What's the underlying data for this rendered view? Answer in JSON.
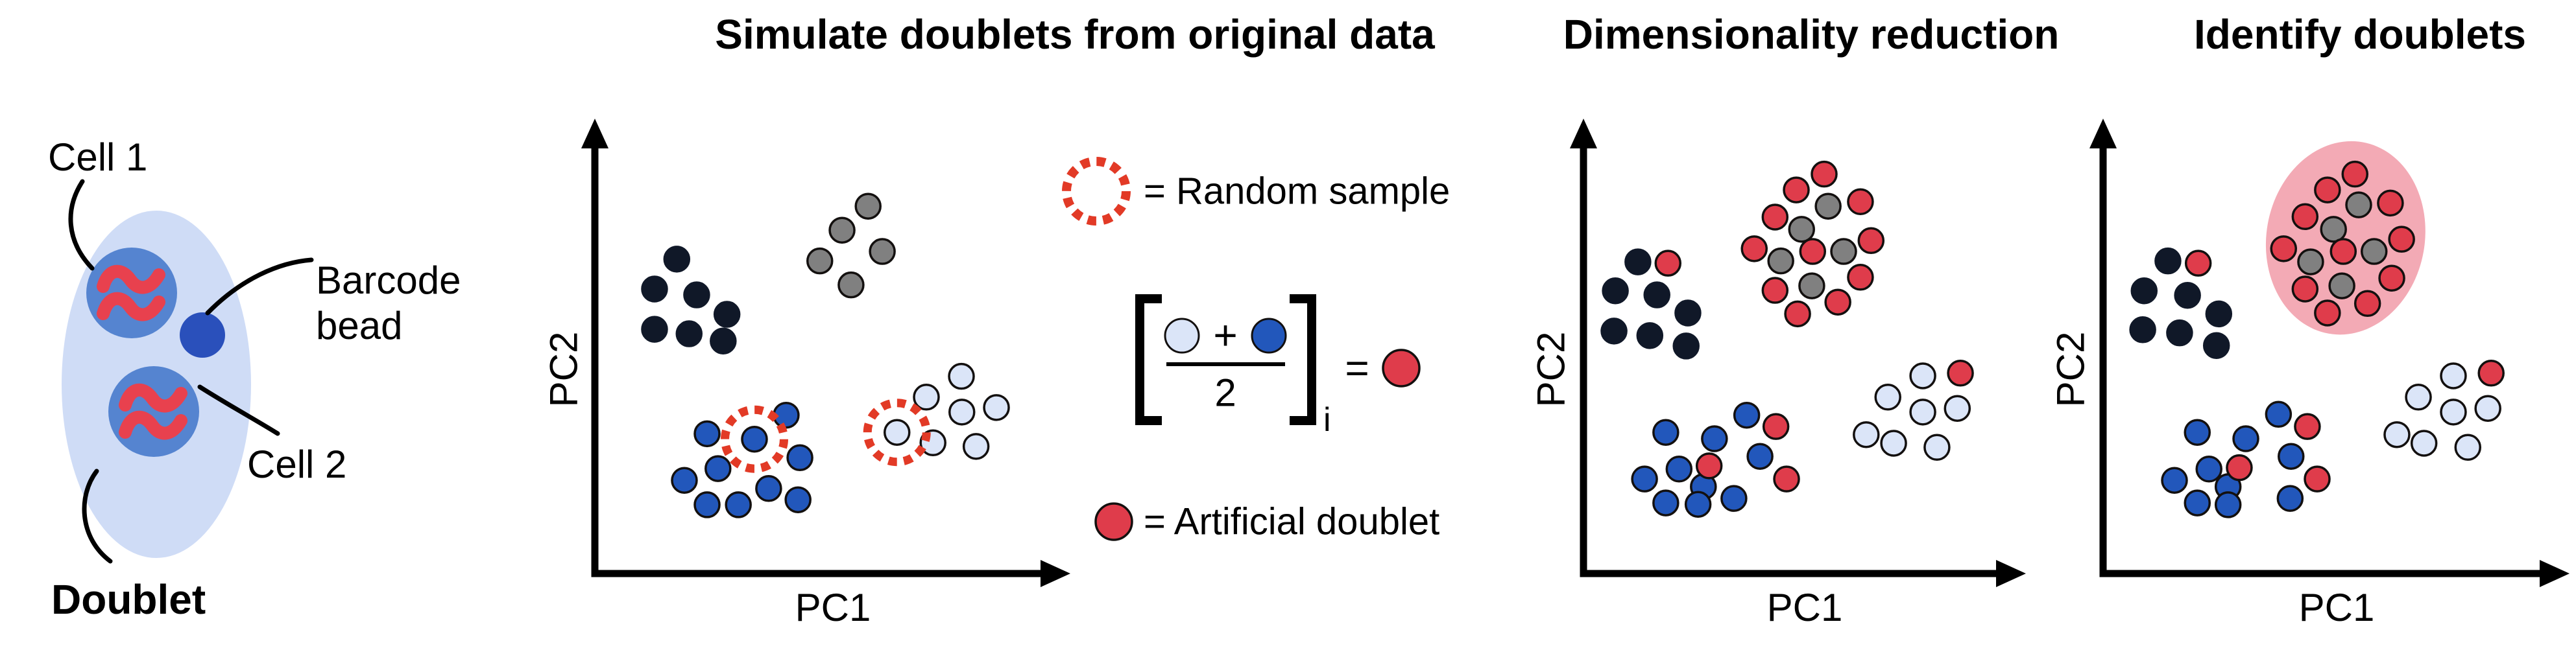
{
  "colors": {
    "navy": "#101828",
    "gray": "#808080",
    "blue": "#2257bb",
    "lightblue": "#dbe5f8",
    "red": "#df3c4b",
    "ring_red": "#e23a26",
    "blob_pink": "#f3aab5",
    "droplet": "#cfdcf6",
    "cell_body": "#5584d0",
    "bead": "#2a50bb",
    "rna": "#e8414e",
    "outline": "#13100f",
    "axis": "#000000"
  },
  "illustration": {
    "cell1": "Cell 1",
    "barcode_bead": "Barcode bead",
    "cell2": "Cell 2",
    "doublet": "Doublet"
  },
  "legend": {
    "random_sample": "= Random sample",
    "artificial_doublet": "= Artificial doublet",
    "formula": {
      "plus": "+",
      "denominator": "2",
      "subscript": "i",
      "equals": "="
    }
  },
  "chart_data": [
    {
      "type": "scatter",
      "title": "Simulate doublets from original data",
      "xlabel": "PC1",
      "ylabel": "PC2",
      "axes": "arrows, no ticks, no gridlines",
      "clusters": [
        {
          "name": "celltype-black",
          "dots": {
            "navy": [
              [
                17.3,
                30.5
              ],
              [
                12.6,
                37.1
              ],
              [
                21.5,
                38.4
              ],
              [
                27.9,
                42.7
              ],
              [
                12.6,
                46.0
              ],
              [
                19.9,
                47.0
              ],
              [
                27.1,
                48.6
              ]
            ]
          }
        },
        {
          "name": "celltype-gray",
          "dots": {
            "gray": [
              [
                57.7,
                18.8
              ],
              [
                52.2,
                24.1
              ],
              [
                60.7,
                28.8
              ],
              [
                47.5,
                30.9
              ],
              [
                54.1,
                36.2
              ]
            ]
          }
        },
        {
          "name": "celltype-blue",
          "ringed_color": "blue",
          "ringed_index": 2,
          "dots": {
            "blue": [
              [
                40.4,
                65.0
              ],
              [
                23.7,
                69.1
              ],
              [
                33.7,
                70.3
              ],
              [
                43.3,
                74.4
              ],
              [
                26.0,
                76.8
              ],
              [
                18.9,
                79.4
              ],
              [
                36.7,
                81.2
              ],
              [
                23.7,
                84.8
              ],
              [
                30.3,
                84.8
              ],
              [
                42.9,
                83.7
              ]
            ]
          }
        },
        {
          "name": "celltype-lightblue",
          "ringed_color": "lightblue",
          "ringed_index": 4,
          "dots": {
            "lightblue": [
              [
                77.4,
                56.4
              ],
              [
                70.0,
                61.0
              ],
              [
                84.8,
                63.3
              ],
              [
                77.5,
                64.3
              ],
              [
                63.8,
                68.8
              ],
              [
                71.4,
                71.1
              ],
              [
                80.5,
                71.9
              ]
            ]
          }
        }
      ]
    },
    {
      "type": "scatter",
      "title": "Dimensionality reduction",
      "xlabel": "PC1",
      "ylabel": "PC2",
      "axes": "arrows, no ticks, no gridlines",
      "clusters": [
        {
          "name": "celltype-black",
          "dots": {
            "navy": [
              [
                12.3,
                31.1
              ],
              [
                7.2,
                37.5
              ],
              [
                16.6,
                38.4
              ],
              [
                23.6,
                42.4
              ],
              [
                6.9,
                46.4
              ],
              [
                15.0,
                47.4
              ],
              [
                23.2,
                49.7
              ]
            ],
            "red": [
              [
                19.1,
                31.4
              ]
            ]
          }
        },
        {
          "name": "doublet-cluster",
          "dots": {
            "gray": [
              [
                55.3,
                18.8
              ],
              [
                49.3,
                23.9
              ],
              [
                58.8,
                28.8
              ],
              [
                44.6,
                30.9
              ],
              [
                51.6,
                36.4
              ]
            ],
            "red": [
              [
                54.4,
                11.7
              ],
              [
                48.1,
                15.2
              ],
              [
                62.6,
                17.8
              ],
              [
                43.3,
                21.2
              ],
              [
                38.6,
                28.2
              ],
              [
                65.0,
                26.4
              ],
              [
                51.8,
                28.8
              ],
              [
                62.6,
                34.5
              ],
              [
                43.3,
                37.4
              ],
              [
                57.5,
                40.0
              ],
              [
                48.4,
                42.6
              ]
            ]
          }
        },
        {
          "name": "celltype-blue",
          "dots": {
            "blue": [
              [
                36.9,
                65.0
              ],
              [
                18.6,
                68.8
              ],
              [
                29.6,
                70.2
              ],
              [
                39.9,
                74.1
              ],
              [
                21.6,
                76.9
              ],
              [
                13.8,
                79.1
              ],
              [
                27.1,
                80.8
              ],
              [
                18.6,
                84.4
              ],
              [
                25.9,
                84.7
              ],
              [
                34.0,
                83.4
              ]
            ],
            "red": [
              [
                43.5,
                67.5
              ],
              [
                28.4,
                76.2
              ],
              [
                45.9,
                79.1
              ]
            ]
          }
        },
        {
          "name": "celltype-lightblue",
          "dots": {
            "lightblue": [
              [
                76.7,
                56.3
              ],
              [
                68.8,
                61.0
              ],
              [
                76.7,
                64.3
              ],
              [
                84.5,
                63.5
              ],
              [
                63.9,
                69.3
              ],
              [
                70.1,
                71.2
              ],
              [
                79.9,
                72.1
              ]
            ],
            "red": [
              [
                85.2,
                55.7
              ]
            ]
          }
        }
      ]
    },
    {
      "type": "scatter",
      "title": "Identify doublets",
      "xlabel": "PC1",
      "ylabel": "PC2",
      "axes": "arrows, no ticks, no gridlines",
      "highlight": {
        "x": 52.0,
        "y": 25.8,
        "rx": 122,
        "ry": 150,
        "rotate": 10,
        "meaning": "identified doublet cluster"
      },
      "clusters": [
        {
          "name": "celltype-black",
          "dots": {
            "navy": [
              [
                13.9,
                30.9
              ],
              [
                8.8,
                37.5
              ],
              [
                18.1,
                38.5
              ],
              [
                24.8,
                42.6
              ],
              [
                8.5,
                46.1
              ],
              [
                16.4,
                46.8
              ],
              [
                24.3,
                49.6
              ]
            ],
            "red": [
              [
                20.4,
                31.4
              ]
            ]
          }
        },
        {
          "name": "doublet-cluster",
          "dots": {
            "gray": [
              [
                54.8,
                18.5
              ],
              [
                49.4,
                23.9
              ],
              [
                58.1,
                28.8
              ],
              [
                44.5,
                31.1
              ],
              [
                51.2,
                36.4
              ]
            ],
            "red": [
              [
                54.0,
                11.7
              ],
              [
                48.1,
                15.2
              ],
              [
                61.6,
                18.1
              ],
              [
                43.3,
                21.1
              ],
              [
                38.7,
                28.2
              ],
              [
                64.0,
                26.1
              ],
              [
                51.5,
                28.8
              ],
              [
                61.9,
                34.7
              ],
              [
                43.3,
                37.1
              ],
              [
                56.7,
                40.3
              ],
              [
                48.1,
                42.4
              ]
            ]
          }
        },
        {
          "name": "celltype-blue",
          "dots": {
            "blue": [
              [
                37.6,
                64.8
              ],
              [
                20.2,
                68.8
              ],
              [
                30.6,
                70.2
              ],
              [
                40.3,
                74.1
              ],
              [
                22.7,
                76.9
              ],
              [
                15.3,
                79.4
              ],
              [
                26.8,
                80.8
              ],
              [
                20.2,
                84.4
              ],
              [
                26.8,
                84.8
              ],
              [
                40.1,
                83.4
              ]
            ],
            "red": [
              [
                43.8,
                67.5
              ],
              [
                29.2,
                76.6
              ],
              [
                45.9,
                79.1
              ]
            ]
          }
        },
        {
          "name": "celltype-lightblue",
          "dots": {
            "lightblue": [
              [
                75.1,
                56.3
              ],
              [
                67.6,
                61.0
              ],
              [
                75.1,
                64.3
              ],
              [
                82.5,
                63.5
              ],
              [
                63.0,
                69.3
              ],
              [
                68.8,
                71.2
              ],
              [
                78.2,
                72.1
              ]
            ],
            "red": [
              [
                83.2,
                55.7
              ]
            ]
          }
        }
      ]
    }
  ]
}
